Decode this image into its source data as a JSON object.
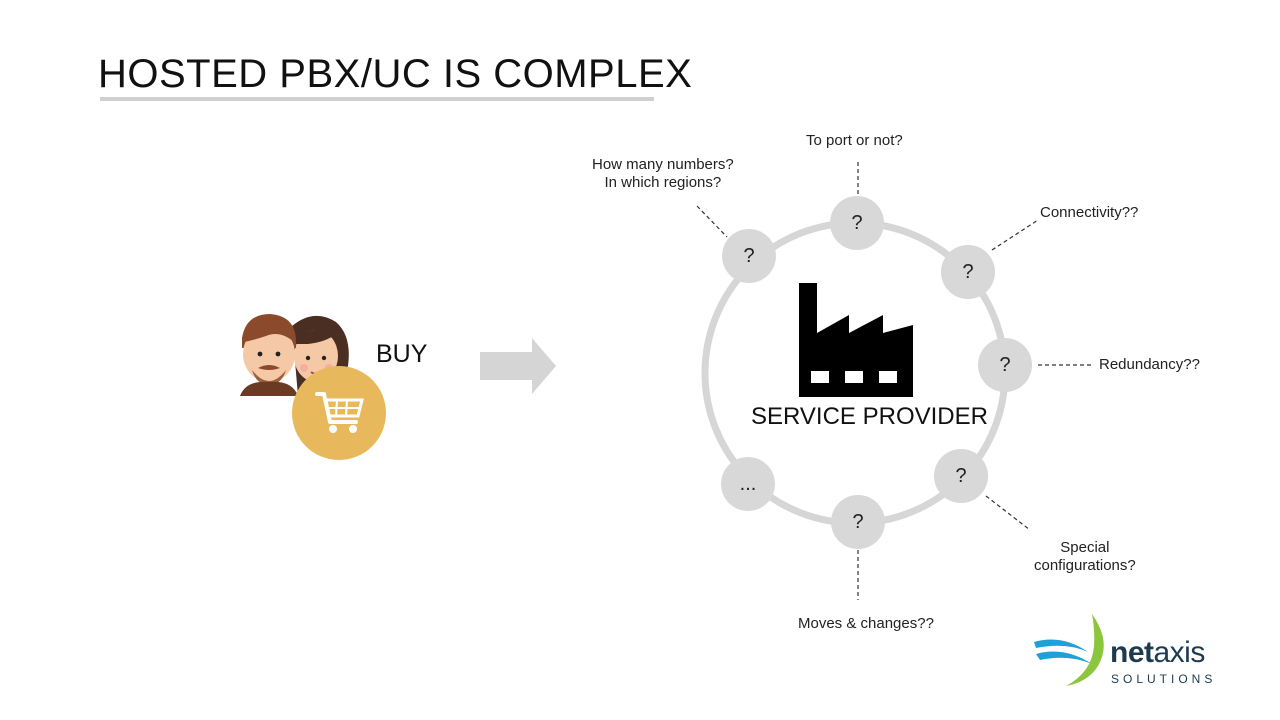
{
  "slide": {
    "title": "HOSTED PBX/UC IS COMPLEX"
  },
  "left": {
    "buy_label": "BUY",
    "people_icon": "couple-avatar-icon",
    "cart_icon": "shopping-cart-icon",
    "arrow_icon": "right-arrow-icon"
  },
  "center": {
    "provider_label": "SERVICE PROVIDER",
    "factory_icon": "factory-icon"
  },
  "nodes": [
    {
      "symbol": "?",
      "label": "To port or not?"
    },
    {
      "symbol": "?",
      "label": "Connectivity??"
    },
    {
      "symbol": "?",
      "label": "Redundancy??"
    },
    {
      "symbol": "?",
      "label": "Special configurations?"
    },
    {
      "symbol": "?",
      "label": "Moves & changes??"
    },
    {
      "symbol": "...",
      "label": ""
    },
    {
      "symbol": "?",
      "label": "How many numbers? In which regions?"
    }
  ],
  "labels": {
    "port": "To port or not?",
    "connectivity": "Connectivity??",
    "redundancy": "Redundancy??",
    "special_1": "Special",
    "special_2": "configurations?",
    "moves": "Moves & changes??",
    "numbers_1": "How many numbers?",
    "numbers_2": "In which regions?"
  },
  "logo": {
    "brand_bold": "net",
    "brand_light": "axis",
    "tagline": "SOLUTIONS"
  },
  "colors": {
    "ring": "#d6d6d6",
    "node": "#d8d8d8",
    "cart_circle": "#e8b95c",
    "arrow": "#d5d5d5",
    "logo_blue": "#1ea0d8",
    "logo_green": "#8cc63f",
    "logo_text": "#1d3a4f"
  }
}
